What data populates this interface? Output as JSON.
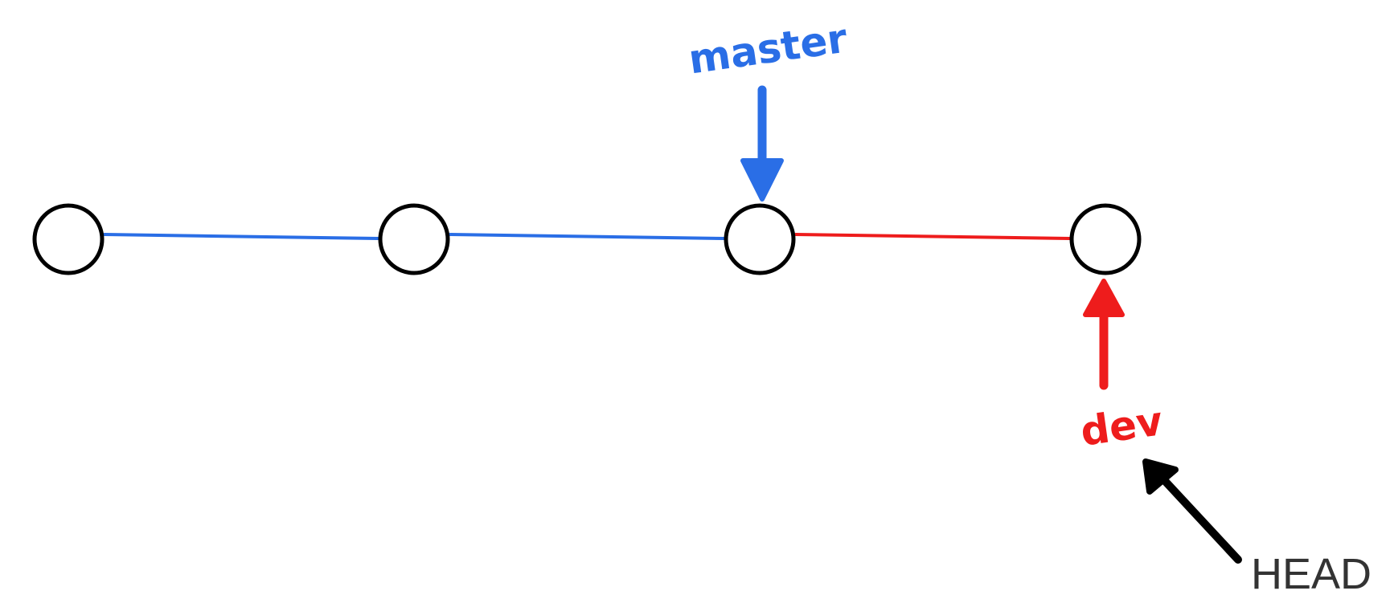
{
  "colors": {
    "master": "#2a6ee6",
    "dev": "#ee1c1c",
    "head": "#000000",
    "commit_stroke": "#000000",
    "background": "#ffffff"
  },
  "commits": [
    {
      "branch_color": "master"
    },
    {
      "branch_color": "master"
    },
    {
      "branch_color": "master"
    },
    {
      "branch_color": "dev"
    }
  ],
  "branches": {
    "master": {
      "label": "master"
    },
    "dev": {
      "label": "dev"
    }
  },
  "head": {
    "label": "HEAD"
  }
}
